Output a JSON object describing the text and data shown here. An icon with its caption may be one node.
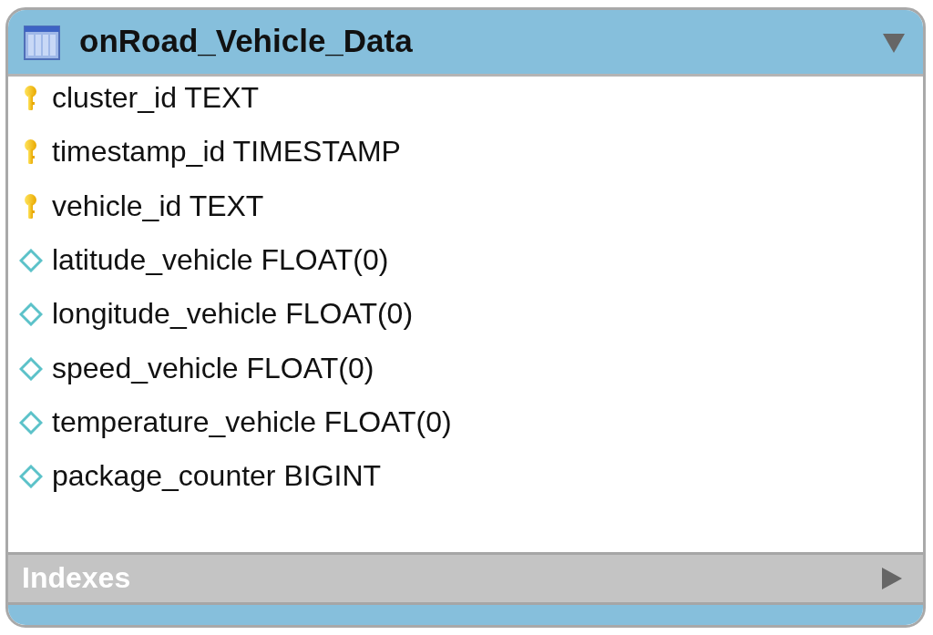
{
  "diagram": {
    "nodes": [
      {
        "text": [
          "onRoad_Vehicle_Data",
          "cluster_id TEXT",
          "timestamp_id TIMESTAMP",
          "vehicle_id TEXT",
          "latitude_vehicle FLOAT(0)",
          "longitude_vehicle FLOAT(0)",
          "speed_vehicle FLOAT(0)",
          "temperature_vehicle FLOAT(0)",
          "package_counter BIGINT"
        ]
      },
      {
        "text": [
          "Indexes"
        ],
        "in": 0
      }
    ]
  }
}
